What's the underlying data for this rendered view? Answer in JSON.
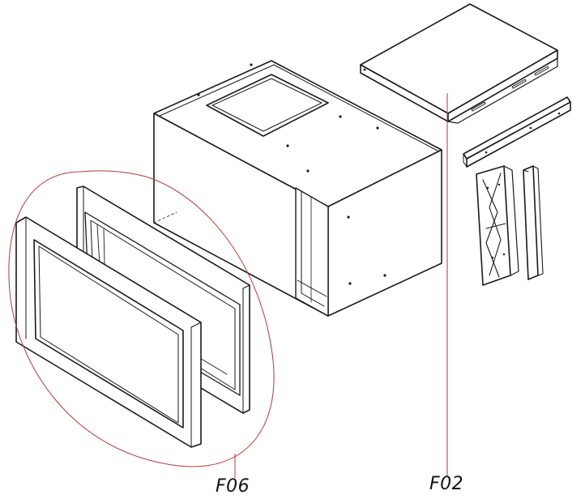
{
  "diagram": {
    "type": "exploded-parts-view",
    "callouts": [
      {
        "id": "F06",
        "label": "F06",
        "leader_color": "#b03a3a"
      },
      {
        "id": "F02",
        "label": "F02",
        "leader_color": "#b03a3a"
      }
    ],
    "colors": {
      "line": "#1a1a1a",
      "leader": "#b03a3a",
      "background": "#ffffff"
    }
  }
}
